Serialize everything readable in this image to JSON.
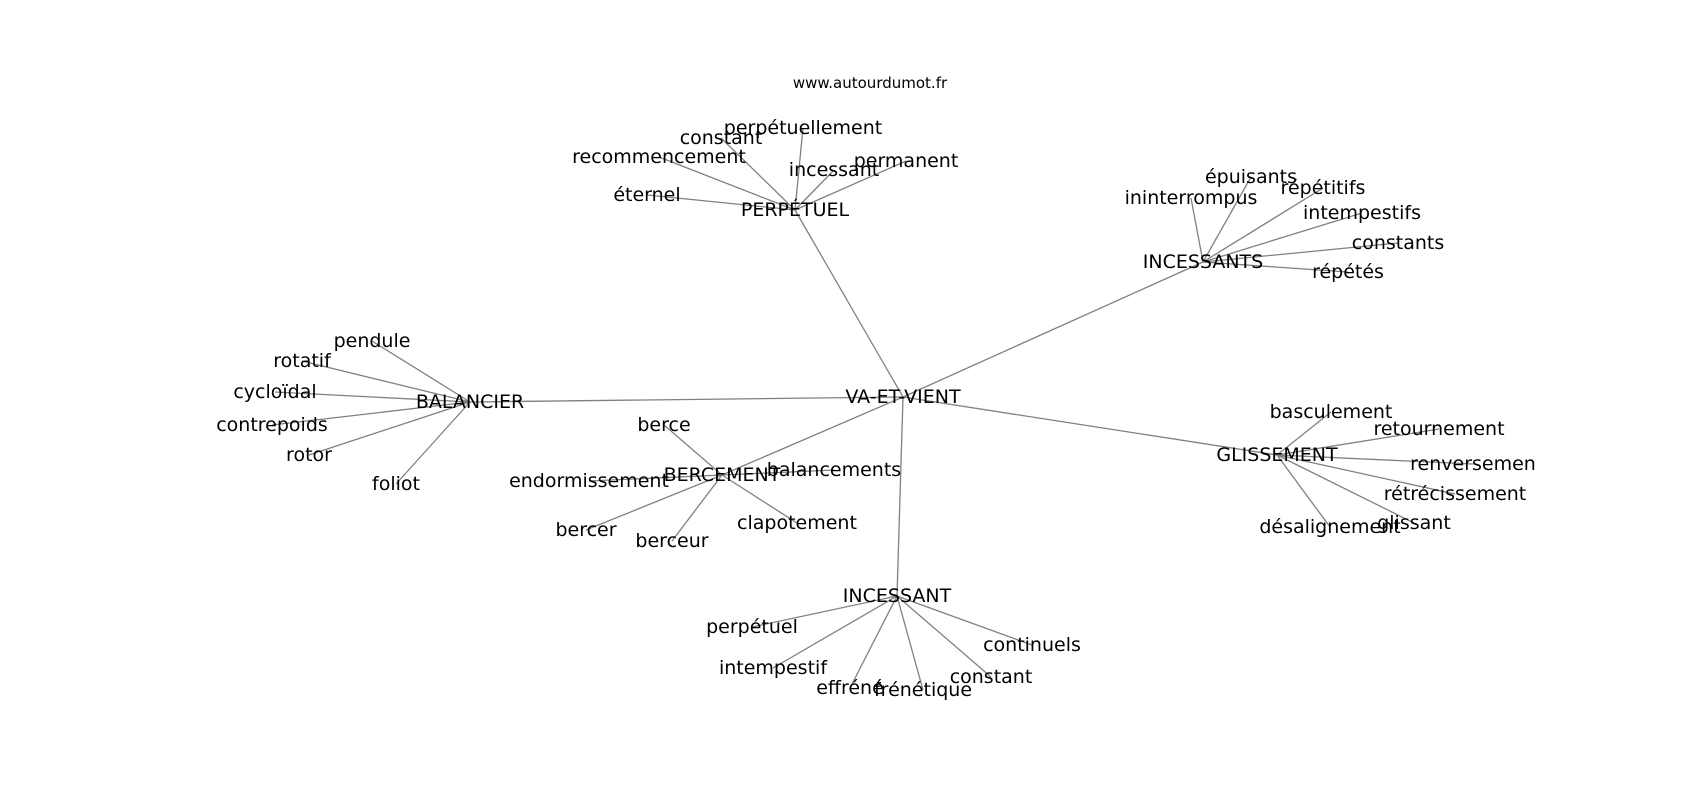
{
  "site": "www.autourdumot.fr",
  "center": "VA-ET-VIENT",
  "clusters": [
    {
      "hub": "PERPÉTUEL",
      "words": [
        "éternel",
        "recommencement",
        "constant",
        "perpétuellement",
        "incessant",
        "permanent"
      ]
    },
    {
      "hub": "INCESSANTS",
      "words": [
        "ininterrompus",
        "épuisants",
        "répétitifs",
        "intempestifs",
        "constants",
        "répétés"
      ]
    },
    {
      "hub": "BALANCIER",
      "words": [
        "pendule",
        "rotatif",
        "cycloïdal",
        "contrepoids",
        "rotor",
        "foliot"
      ]
    },
    {
      "hub": "BERCEMENT",
      "words": [
        "berce",
        "endormissement",
        "balancements",
        "bercer",
        "berceur",
        "clapotement"
      ]
    },
    {
      "hub": "GLISSEMENT",
      "words": [
        "basculement",
        "retournement",
        "renversemen",
        "rétrécissement",
        "glissant",
        "désalignement"
      ]
    },
    {
      "hub": "INCESSANT",
      "words": [
        "perpétuel",
        "intempestif",
        "effréné",
        "frénétique",
        "constant",
        "continuels"
      ]
    }
  ]
}
